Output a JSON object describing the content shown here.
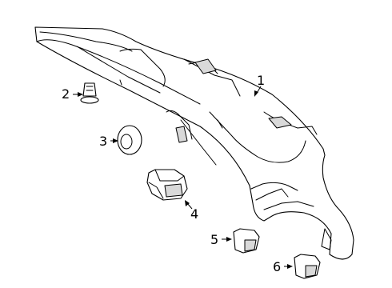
{
  "diagram": {
    "parts": [
      {
        "number": "1",
        "part": "trim-panel"
      },
      {
        "number": "2",
        "part": "clip"
      },
      {
        "number": "3",
        "part": "grommet"
      },
      {
        "number": "4",
        "part": "lamp"
      },
      {
        "number": "5",
        "part": "retainer"
      },
      {
        "number": "6",
        "part": "retainer"
      }
    ]
  }
}
